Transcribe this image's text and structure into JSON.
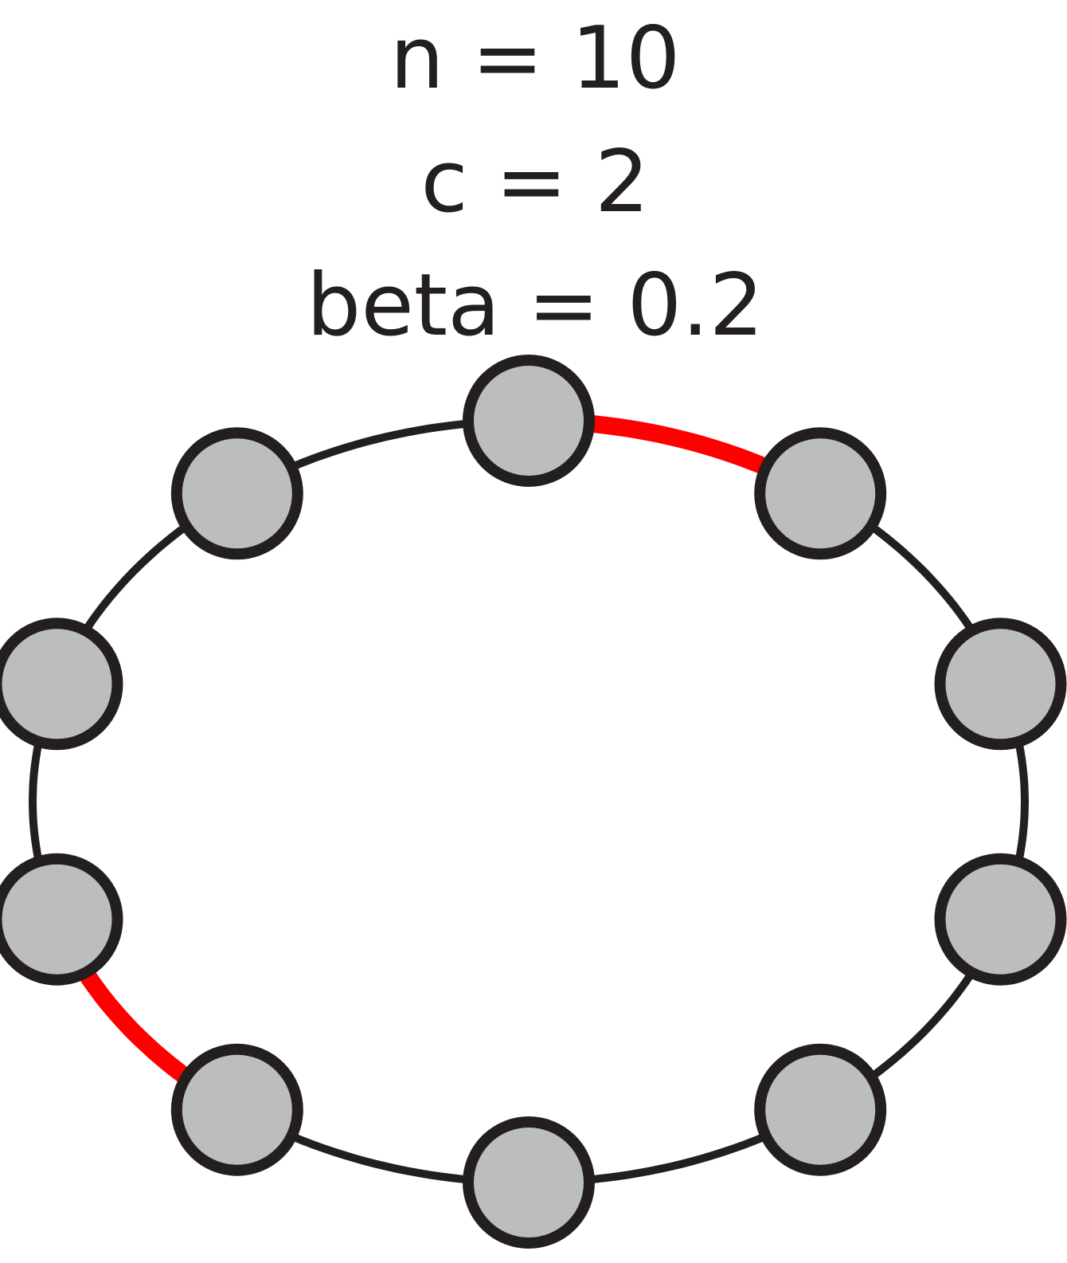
{
  "labels": {
    "n": "n = 10",
    "c": "c = 2",
    "beta": "beta = 0.2"
  },
  "graph": {
    "node_count": 10,
    "neighbors_c": 2,
    "rewire_beta": 0.2,
    "nodes": [
      {
        "id": 0
      },
      {
        "id": 1
      },
      {
        "id": 2
      },
      {
        "id": 3
      },
      {
        "id": 4
      },
      {
        "id": 5
      },
      {
        "id": 6
      },
      {
        "id": 7
      },
      {
        "id": 8
      },
      {
        "id": 9
      }
    ],
    "edges": [
      {
        "from": 0,
        "to": 1,
        "highlighted": true
      },
      {
        "from": 1,
        "to": 2,
        "highlighted": false
      },
      {
        "from": 2,
        "to": 3,
        "highlighted": false
      },
      {
        "from": 3,
        "to": 4,
        "highlighted": false
      },
      {
        "from": 4,
        "to": 5,
        "highlighted": false
      },
      {
        "from": 5,
        "to": 6,
        "highlighted": false
      },
      {
        "from": 6,
        "to": 7,
        "highlighted": true
      },
      {
        "from": 7,
        "to": 8,
        "highlighted": false
      },
      {
        "from": 8,
        "to": 9,
        "highlighted": false
      },
      {
        "from": 9,
        "to": 0,
        "highlighted": false
      }
    ]
  },
  "colors": {
    "node_fill": "#bcbdbf",
    "node_stroke": "#231f20",
    "edge": "#231f20",
    "highlight_edge": "#ff0000",
    "text": "#231f20"
  }
}
